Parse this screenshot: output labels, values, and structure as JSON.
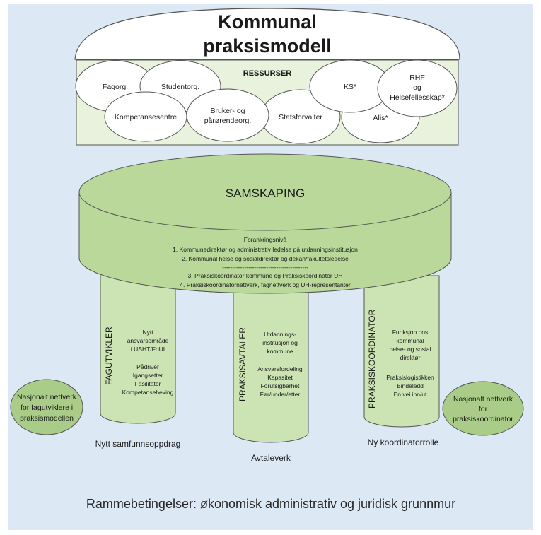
{
  "title_lines": [
    "Kommunal",
    "praksismodell"
  ],
  "ressurser": {
    "header": "RESSURSER",
    "items": [
      "Fagorg.",
      "Studentorg.",
      "Kompetansesentre",
      "Bruker- og pårørendeorg.",
      "Statsforvalter",
      "KS*",
      "RHF og Helsefellesskap*",
      "Alis*"
    ]
  },
  "samskaping": {
    "title": "SAMSKAPING",
    "heading": "Forankringsnivå",
    "lines": [
      "1. Kommunedirektør og administrativ ledelse på utdanningsinstitusjon",
      "2. Kommunal helse og sosialdirektør og dekan/fakultetsledelse",
      "-------------------------------------------",
      "3. Praksiskoordinator kommune og Praksiskoordinator UH",
      "4. Praksiskoordinatornettverk, fagnettverk og UH-representanter"
    ]
  },
  "pillars": [
    {
      "title": "FAGUTVIKLER",
      "lines": [
        "Nytt",
        "ansvarsområde",
        "i USHT/FoUI",
        "",
        "Pådriver",
        "Igangsetter",
        "Fasilitator",
        "Kompetanseheving"
      ],
      "caption": "Nytt samfunnsoppdrag"
    },
    {
      "title": "PRAKSISAVTALER",
      "lines": [
        "Utdannings-",
        "institusjon og",
        "kommune",
        "",
        "Ansvarsfordeling",
        "Kapasitet",
        "Forutsigbarhet",
        "Før/under/etter"
      ],
      "caption": "Avtaleverk"
    },
    {
      "title": "PRAKSISKOORDINATOR",
      "lines": [
        "Funksjon hos",
        "kommunal",
        "helse- og sosial",
        "direktør",
        "",
        "Praksislogistikken",
        "Bindeledd",
        "En vei inn/ut"
      ],
      "caption": "Ny koordinatorrolle"
    }
  ],
  "network_left": [
    "Nasjonalt nettverk",
    "for fagutviklere i",
    "praksismodellen"
  ],
  "network_right": [
    "Nasjonalt nettverk",
    "for",
    "praksiskoordinator"
  ],
  "footer": "Rammebetingelser: økonomisk administrativ og juridisk grunnmur",
  "colors": {
    "background": "#dde8f5",
    "green": "#b9d89a",
    "light_green": "#e8f2dc",
    "dark_green": "#a9cc88",
    "outline": "#555555"
  }
}
